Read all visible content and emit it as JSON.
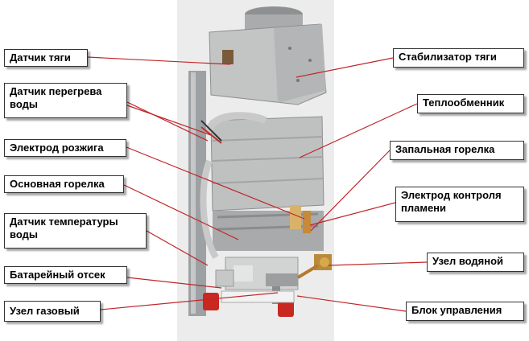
{
  "labels": {
    "draft_sensor": "Датчик тяги",
    "overheat_sensor": "Датчик перегрева воды",
    "ignition_electrode": "Электрод розжига",
    "main_burner": "Основная горелка",
    "water_temp_sensor": "Датчик температуры воды",
    "battery_compartment": "Батарейный отсек",
    "gas_unit": "Узел газовый",
    "draft_stabilizer": "Стабилизатор тяги",
    "heat_exchanger": "Теплообменник",
    "pilot_burner": "Запальная горелка",
    "flame_control_electrode": "Электрод контроля пламени",
    "water_unit": "Узел водяной",
    "control_block": "Блок управления"
  },
  "colors": {
    "leader_line": "#c0252a",
    "photo_background": "#e6e6e6",
    "metal": "#b4b6b5",
    "pipe": "#c9c9c9"
  }
}
